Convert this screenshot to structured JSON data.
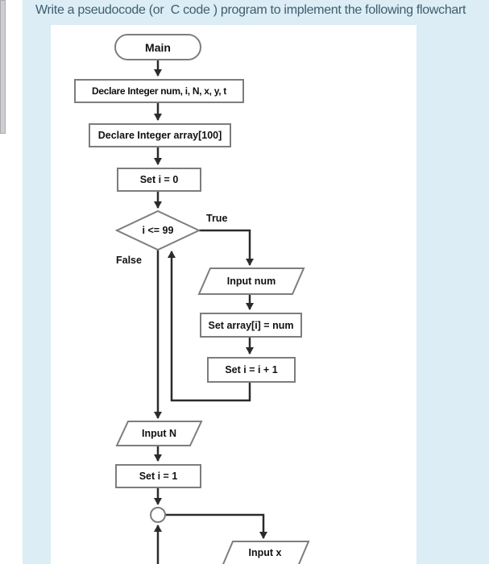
{
  "question": {
    "text": "Write a pseudocode (or  C code ) program to implement the following flowchart"
  },
  "flowchart": {
    "nodes": {
      "main": {
        "label": "Main",
        "type": "terminator"
      },
      "declare_vars": {
        "label": "Declare Integer num, i, N, x, y, t",
        "type": "process"
      },
      "declare_array": {
        "label": "Declare Integer array[100]",
        "type": "process"
      },
      "set_i_zero": {
        "label": "Set i = 0",
        "type": "process"
      },
      "loop_condition": {
        "label": "i <= 99",
        "type": "decision"
      },
      "input_num": {
        "label": "Input num",
        "type": "input"
      },
      "set_array_element": {
        "label": "Set array[i] = num",
        "type": "process"
      },
      "increment_i": {
        "label": "Set i = i + 1",
        "type": "process"
      },
      "input_n": {
        "label": "Input N",
        "type": "input"
      },
      "set_i_one": {
        "label": "Set i = 1",
        "type": "process"
      },
      "input_x": {
        "label": "Input x",
        "type": "input"
      }
    },
    "branch_labels": {
      "true": "True",
      "false": "False"
    },
    "colors": {
      "card_background": "#dcedf5",
      "question_text": "#3e5d6e",
      "shape_border": "#7d7d7d",
      "connector": "#2b2b2b",
      "node_text": "#111111",
      "scrollbar_thumb": "#cdced3"
    }
  }
}
